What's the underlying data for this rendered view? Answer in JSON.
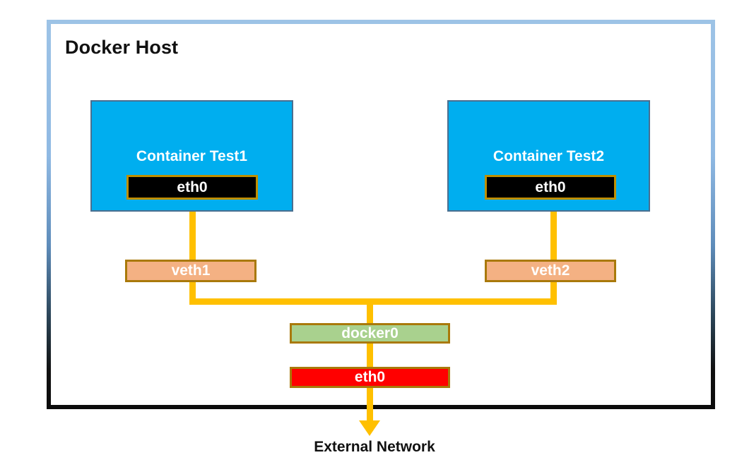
{
  "diagram": {
    "title": "Docker Host",
    "external_network_label": "External Network",
    "containers": [
      {
        "name": "Container Test1",
        "interface": "eth0"
      },
      {
        "name": "Container Test2",
        "interface": "eth0"
      }
    ],
    "veth_pairs": [
      {
        "label": "veth1"
      },
      {
        "label": "veth2"
      }
    ],
    "bridge": {
      "label": "docker0"
    },
    "host_interface": {
      "label": "eth0"
    },
    "colors": {
      "host_frame_top": "#9DC3E6",
      "host_frame_bottom": "#111111",
      "container_fill": "#00AEEF",
      "container_border": "#4A6F90",
      "container_eth_fill": "#000000",
      "gold_border": "#BF8F00",
      "veth_fill": "#F4B183",
      "bridge_fill": "#A9D18E",
      "host_eth_fill": "#FF0000",
      "wire": "#FFC000",
      "text_light": "#FFFFFF",
      "text_dark": "#111111"
    }
  }
}
